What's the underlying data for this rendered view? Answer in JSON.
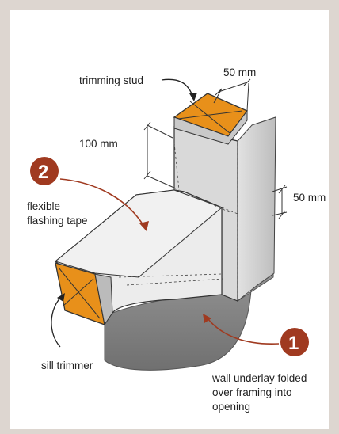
{
  "labels": {
    "trimming_stud": "trimming stud",
    "dim_stud_width": "50 mm",
    "dim_height": "100 mm",
    "dim_side": "50 mm",
    "flexible_flashing_tape_1": "flexible",
    "flexible_flashing_tape_2": "flashing tape",
    "sill_trimmer": "sill trimmer",
    "wall_underlay_1": "wall underlay folded",
    "wall_underlay_2": "over framing into",
    "wall_underlay_3": "opening"
  },
  "badges": {
    "flashing_tape_number": "2",
    "wall_underlay_number": "1"
  },
  "colors": {
    "page_border": "#ddd6d0",
    "badge_color": "#a03a20",
    "timber_color": "#e8901a",
    "underlay_grey": "#8f8f8f"
  }
}
